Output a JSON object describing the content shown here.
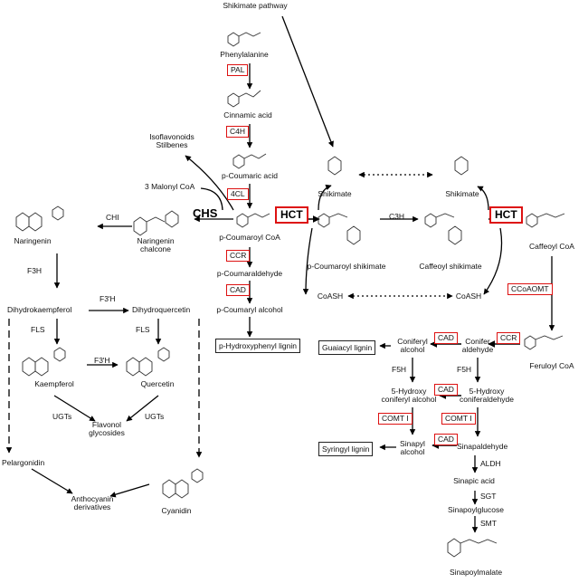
{
  "compounds": {
    "shikimate_pathway": "Shikimate pathway",
    "phenylalanine": "Phenylalanine",
    "cinnamic_acid": "Cinnamic acid",
    "p_coumaric_acid": "p-Coumaric acid",
    "p_coumaroyl_coa": "p-Coumaroyl CoA",
    "p_coumaraldehyde": "p-Coumaraldehyde",
    "p_coumaryl_alcohol": "p-Coumaryl alcohol",
    "p_hydroxyphenyl_lignin": "p-Hydroxyphenyl lignin",
    "isoflavonoids": "Isoflavonoids\nStilbenes",
    "malonyl_coa": "3 Malonyl CoA",
    "naringenin": "Naringenin",
    "naringenin_chalcone": "Naringenin\nchalcone",
    "dihydrokaempferol": "Dihydrokaempferol",
    "dihydroquercetin": "Dihydroquercetin",
    "kaempferol": "Kaempferol",
    "quercetin": "Quercetin",
    "flavonol_glycosides": "Flavonol\nglycosides",
    "pelargonidin": "Pelargonidin",
    "anthocyanin_derivatives": "Anthocyanin\nderivatives",
    "cyanidin": "Cyanidin",
    "shikimate_left": "Shikimate",
    "shikimate_right": "Shikimate",
    "p_coumaroyl_shikimate": "p-Coumaroyl shikimate",
    "caffeoyl_shikimate": "Caffeoyl shikimate",
    "coash_left": "CoASH",
    "coash_right": "CoASH",
    "caffeoyl_coa": "Caffeoyl CoA",
    "feruloyl_coa": "Feruloyl CoA",
    "coniferaldehyde": "Conifer\naldehyde",
    "coniferyl_alcohol": "Coniferyl\nalcohol",
    "guaiacyl_lignin": "Guaiacyl lignin",
    "hydroxy_coniferaldehyde": "5-Hydroxy\nconiferaldehyde",
    "hydroxy_coniferyl_alcohol": "5-Hydroxy\nconiferyl alcohol",
    "sinapaldehyde": "Sinapaldehyde",
    "sinapyl_alcohol": "Sinapyl\nalcohol",
    "syringyl_lignin": "Syringyl lignin",
    "sinapic_acid": "Sinapic acid",
    "sinapoylglucose": "Sinapoylglucose",
    "sinapoylmalate": "Sinapoylmalate"
  },
  "enzymes": {
    "pal": "PAL",
    "c4h": "C4H",
    "fourcl": "4CL",
    "chs": "CHS",
    "chi": "CHI",
    "f3h": "F3H",
    "f3h_prime": "F3'H",
    "f3h_prime_2": "F3'H",
    "fls_left": "FLS",
    "fls_right": "FLS",
    "ugts_left": "UGTs",
    "ugts_right": "UGTs",
    "hct_left": "HCT",
    "hct_right": "HCT",
    "c3h": "C3H",
    "ccr_left": "CCR",
    "ccr_right": "CCR",
    "cad_left": "CAD",
    "cad_1": "CAD",
    "cad_2": "CAD",
    "cad_3": "CAD",
    "ccoaomt": "CCoAOMT",
    "f5h_left": "F5H",
    "f5h_right": "F5H",
    "comt_left": "COMT I",
    "comt_right": "COMT I",
    "aldh": "ALDH",
    "sgt": "SGT",
    "smt": "SMT"
  },
  "colors": {
    "enzyme_box": "#d11111",
    "text": "#111111"
  }
}
